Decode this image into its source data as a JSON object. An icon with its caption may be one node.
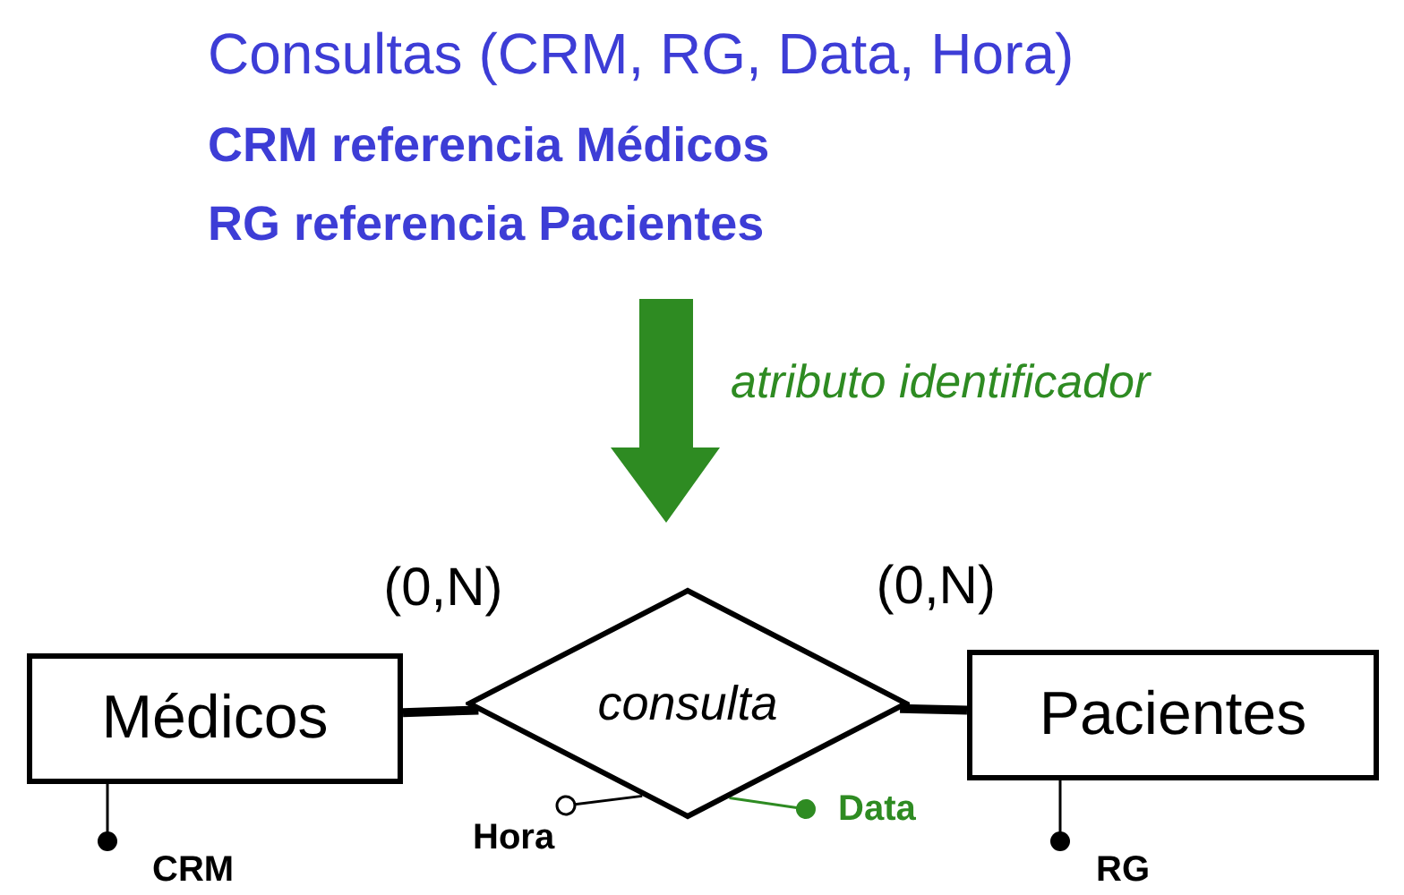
{
  "diagram": {
    "nodes": [
      {
        "text": [
          "Médicos"
        ]
      },
      {
        "text": [
          "consulta"
        ]
      },
      {
        "text": [
          "Pacientes"
        ]
      },
      {
        "text": [
          "CRM"
        ]
      },
      {
        "text": [
          "Hora"
        ]
      },
      {
        "text": [
          "Data"
        ]
      },
      {
        "text": [
          "RG"
        ]
      }
    ],
    "edges": [
      {
        "from": 0,
        "to": 1,
        "arrow": "none",
        "label": "(0,N)",
        "style": "thick"
      },
      {
        "from": 1,
        "to": 2,
        "arrow": "none",
        "label": "(0,N)",
        "style": "thick"
      },
      {
        "from": 0,
        "to": 3,
        "arrow": "other"
      },
      {
        "from": 1,
        "to": 4,
        "arrow": "other"
      },
      {
        "from": 1,
        "to": 5,
        "arrow": "other",
        "color": "#2e8b22"
      },
      {
        "from": 2,
        "to": 6,
        "arrow": "other"
      }
    ],
    "labels": [
      "Consultas (CRM, RG, Data, Hora)",
      "CRM referencia Médicos",
      "RG referencia Pacientes",
      "atributo identificador"
    ]
  }
}
